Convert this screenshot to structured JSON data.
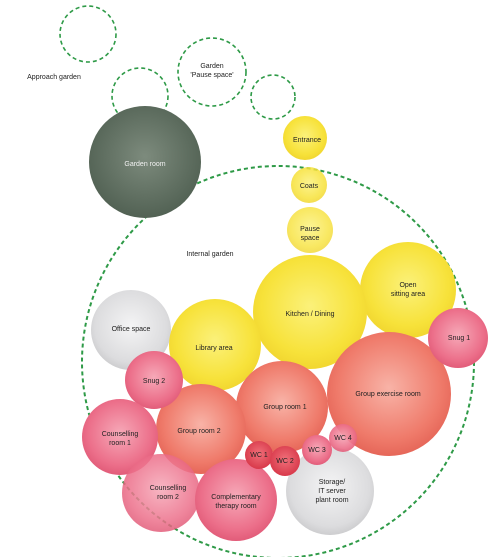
{
  "labels": {
    "approach_garden": "Approach garden",
    "garden_pause_line1": "Garden",
    "garden_pause_line2": "'Pause space'",
    "internal_garden": "Internal garden"
  },
  "rooms": {
    "garden_room": "Garden room",
    "entrance": "Entrance",
    "coats": "Coats",
    "pause_space_line1": "Pause",
    "pause_space_line2": "space",
    "kitchen_dining": "Kitchen / Dining",
    "open_sitting_line1": "Open",
    "open_sitting_line2": "sitting area",
    "office_space": "Office space",
    "library_area": "Library area",
    "snug_1": "Snug 1",
    "snug_2": "Snug 2",
    "group_room_1": "Group room 1",
    "group_room_2": "Group room 2",
    "group_exercise_room": "Group exercise room",
    "counselling_room_1_line1": "Counselling",
    "counselling_room_1_line2": "room 1",
    "counselling_room_2_line1": "Counselling",
    "counselling_room_2_line2": "room 2",
    "complementary_line1": "Complementary",
    "complementary_line2": "therapy room",
    "wc_1": "WC 1",
    "wc_2": "WC 2",
    "wc_3": "WC 3",
    "wc_4": "WC 4",
    "storage_line1": "Storage/",
    "storage_line2": "IT server",
    "storage_line3": "plant room"
  },
  "colors": {
    "garden_dashed": "#2e9a47",
    "garden_room": "#5f6f60",
    "yellow": "#f7e23a",
    "grey": "#d8d8da",
    "pink": "#ec6f8a",
    "salmon": "#ef7a6a",
    "red": "#e24856"
  }
}
